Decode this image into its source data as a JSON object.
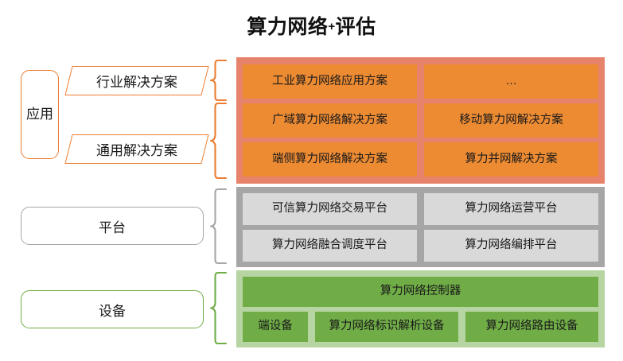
{
  "title": {
    "text_before": "算力网络",
    "plus": "+",
    "text_after": "评估",
    "full": "算力网络+评估"
  },
  "colors": {
    "application_panel_bg": "#E8836B",
    "application_cell_bg": "#ED8B33",
    "application_accent": "#ED7D31",
    "platform_panel_bg": "#A6A6A6",
    "platform_cell_bg": "#D9D9D9",
    "platform_accent": "#A6A6A6",
    "device_panel_bg": "#B7D5A2",
    "device_cell_bg": "#70AD47",
    "device_accent": "#70AD47",
    "text": "#1a1a1a",
    "page_bg": "#ffffff"
  },
  "layers": [
    {
      "key": "application",
      "label": "应用",
      "groups": [
        {
          "key": "industry",
          "label": "行业解决方案",
          "rows": [
            [
              "工业算力网络应用方案",
              "…"
            ]
          ]
        },
        {
          "key": "general",
          "label": "通用解决方案",
          "rows": [
            [
              "广域算力网络解决方案",
              "移动算力网解决方案"
            ],
            [
              "端侧算力网络解决方案",
              "算力并网解决方案"
            ]
          ]
        }
      ]
    },
    {
      "key": "platform",
      "label": "平台",
      "rows": [
        [
          "可信算力网络交易平台",
          "算力网络运营平台"
        ],
        [
          "算力网络融合调度平台",
          "算力网络编排平台"
        ]
      ]
    },
    {
      "key": "device",
      "label": "设备",
      "rows": [
        [
          "算力网络控制器"
        ],
        [
          "端设备",
          "算力网络标识解析设备",
          "算力网络路由设备"
        ]
      ]
    }
  ]
}
